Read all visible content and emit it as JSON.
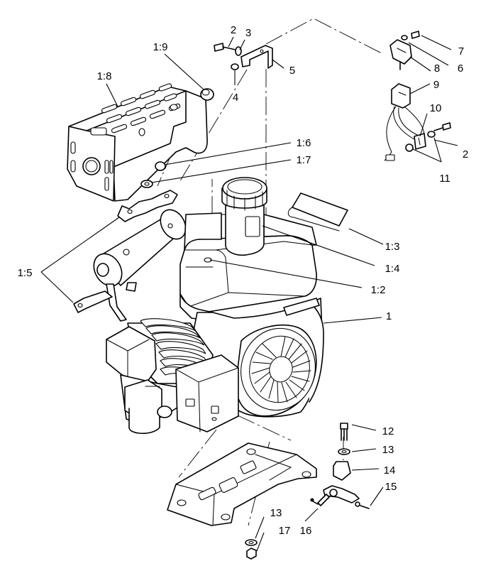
{
  "callouts": [
    {
      "id": "c-2a",
      "text": "2"
    },
    {
      "id": "c-3",
      "text": "3"
    },
    {
      "id": "c-4",
      "text": "4"
    },
    {
      "id": "c-5",
      "text": "5"
    },
    {
      "id": "c-7",
      "text": "7"
    },
    {
      "id": "c-6",
      "text": "6"
    },
    {
      "id": "c-8",
      "text": "8"
    },
    {
      "id": "c-9",
      "text": "9"
    },
    {
      "id": "c-10",
      "text": "10"
    },
    {
      "id": "c-2b",
      "text": "2"
    },
    {
      "id": "c-11",
      "text": "11"
    },
    {
      "id": "c-1-9",
      "text": "1:9"
    },
    {
      "id": "c-1-8",
      "text": "1:8"
    },
    {
      "id": "c-1-6",
      "text": "1:6"
    },
    {
      "id": "c-1-7",
      "text": "1:7"
    },
    {
      "id": "c-1-5",
      "text": "1:5"
    },
    {
      "id": "c-1-3",
      "text": "1:3"
    },
    {
      "id": "c-1-4",
      "text": "1:4"
    },
    {
      "id": "c-1-2",
      "text": "1:2"
    },
    {
      "id": "c-1",
      "text": "1"
    },
    {
      "id": "c-12",
      "text": "12"
    },
    {
      "id": "c-13a",
      "text": "13"
    },
    {
      "id": "c-14",
      "text": "14"
    },
    {
      "id": "c-15",
      "text": "15"
    },
    {
      "id": "c-16",
      "text": "16"
    },
    {
      "id": "c-13b",
      "text": "13"
    },
    {
      "id": "c-17",
      "text": "17"
    }
  ]
}
